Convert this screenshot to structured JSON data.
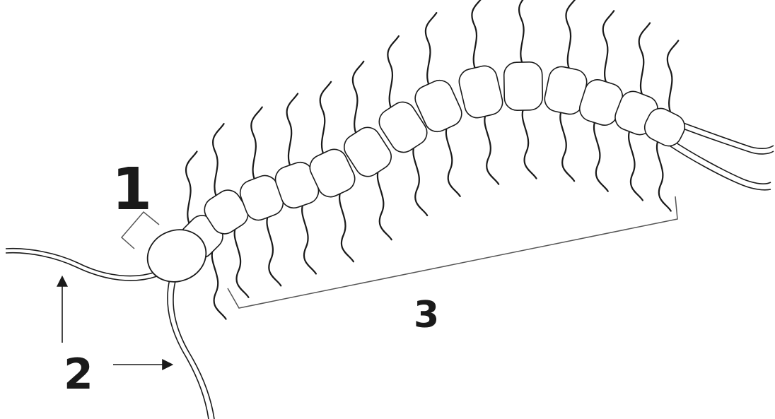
{
  "labels": {
    "head": "1",
    "antennae": "2",
    "body": "3"
  },
  "colors": {
    "stroke": "#1a1a1a",
    "fill": "#ffffff",
    "bracket": "#555555"
  }
}
